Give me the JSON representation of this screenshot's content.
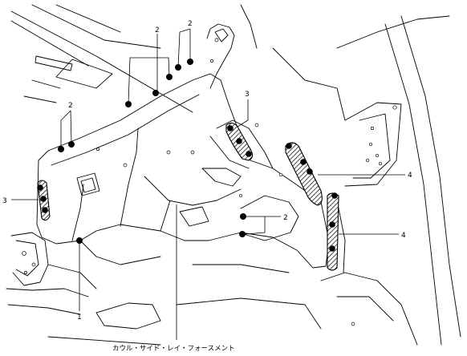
{
  "labels": {
    "part_1": "1",
    "spot_weld_2": "2",
    "brazing_3": "3",
    "sealing_4": "4"
  },
  "caption": "カウル・サイド・レイ・フォースメント"
}
